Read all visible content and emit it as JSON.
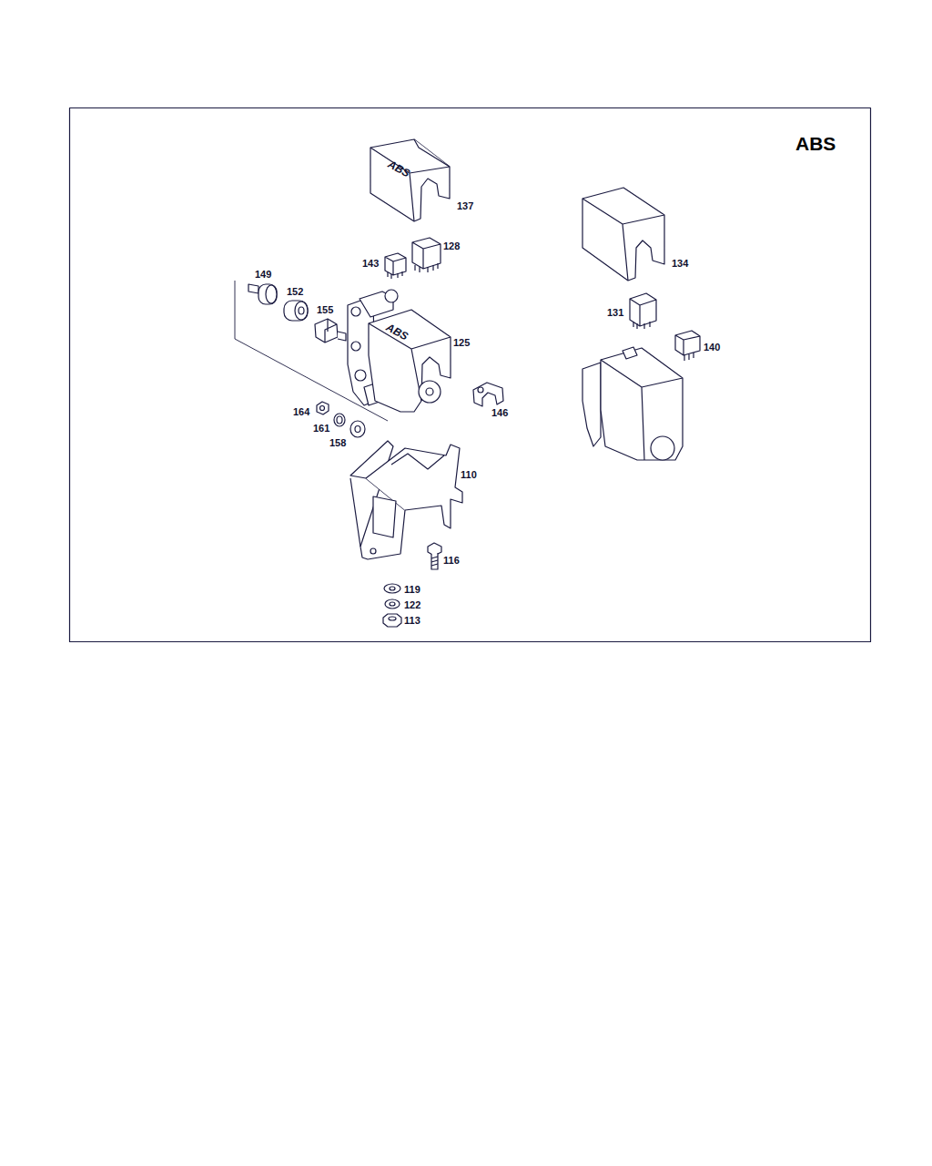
{
  "diagram": {
    "title": "ABS",
    "labels": [
      "ABS",
      "ABS",
      "137",
      "128",
      "143",
      "134",
      "149",
      "152",
      "155",
      "125",
      "131",
      "140",
      "164",
      "146",
      "161",
      "158",
      "110",
      "116",
      "119",
      "122",
      "113"
    ]
  }
}
